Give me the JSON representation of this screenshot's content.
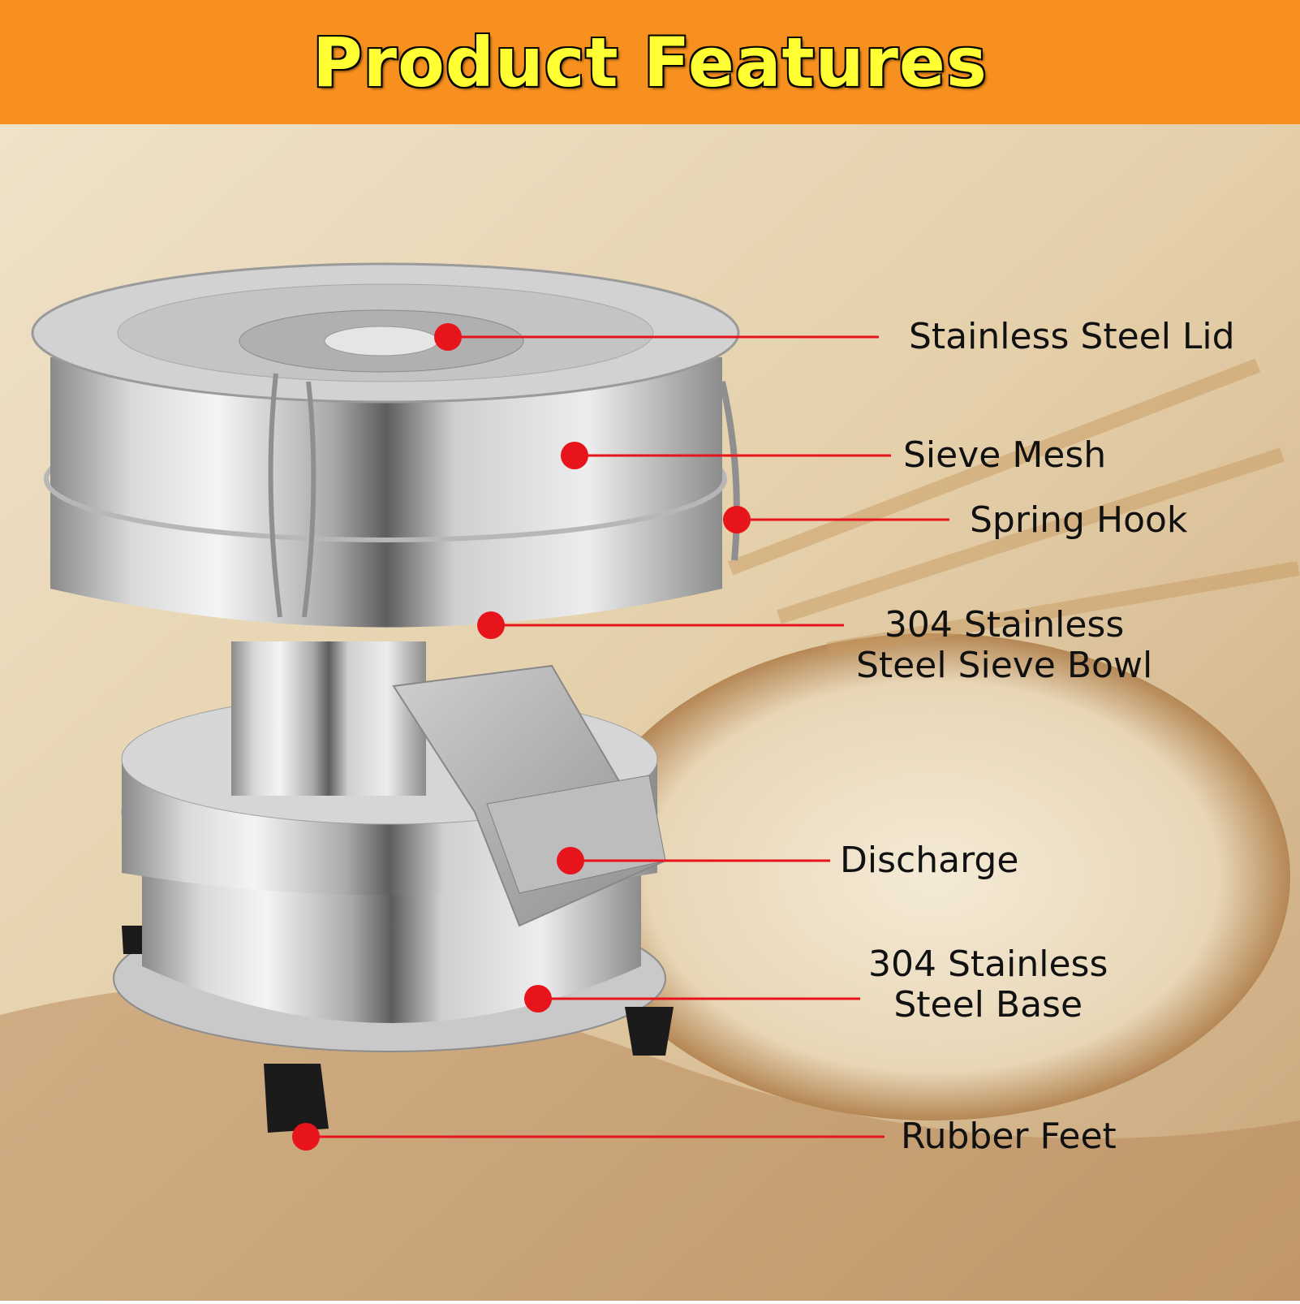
{
  "header": {
    "title": "Product Features",
    "background_color": "#f7901e",
    "title_color": "#ffff33"
  },
  "callouts": [
    {
      "id": "lid",
      "label": "Stainless Steel Lid"
    },
    {
      "id": "mesh",
      "label": "Sieve Mesh"
    },
    {
      "id": "hook",
      "label": "Spring Hook"
    },
    {
      "id": "bowl",
      "label": "304 Stainless Steel Sieve Bowl",
      "lines": [
        "304 Stainless",
        "Steel Sieve Bowl"
      ]
    },
    {
      "id": "discharge",
      "label": "Discharge"
    },
    {
      "id": "base",
      "label": "304 Stainless Steel Base",
      "lines": [
        "304 Stainless",
        "Steel Base"
      ]
    },
    {
      "id": "feet",
      "label": "Rubber Feet"
    }
  ],
  "callout_color": "#e8141b"
}
